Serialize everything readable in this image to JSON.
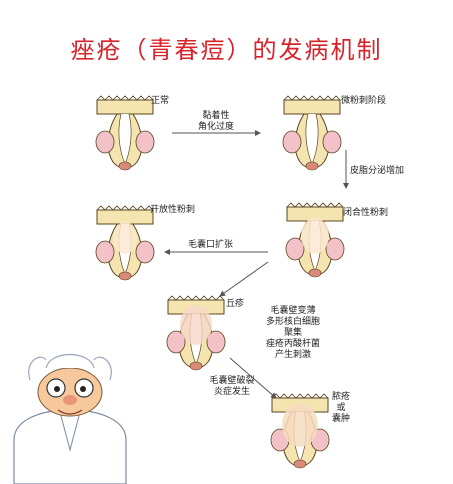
{
  "title": "痤疮（青春痘）的发病机制",
  "stages": {
    "normal": "正常",
    "microcomedo": "微粉刺阶段",
    "closed_comedo": "闭合性粉刺",
    "open_comedo": "开放性粉刺",
    "papule": "丘疹",
    "pustule": [
      "脓疮",
      "或",
      "囊肿"
    ]
  },
  "arrows": {
    "hyperkeratosis": [
      "黏着性",
      "角化过度"
    ],
    "sebum_increase": "皮脂分泌增加",
    "follicle_dilation": "毛囊口扩张",
    "bacteria": [
      "毛囊壁变薄",
      "多形核白细胞",
      "聚集",
      "痤疮丙酸杆菌",
      "产生刺激"
    ],
    "rupture": [
      "毛囊壁破裂",
      "炎症发生"
    ]
  },
  "colors": {
    "title": "#d8232a",
    "follicle_fill": "#f4e4b0",
    "skin_pink": "#f2c2c8",
    "outline": "#5a4420"
  },
  "icons": [
    "follicle-diagram",
    "doctor-mascot"
  ]
}
